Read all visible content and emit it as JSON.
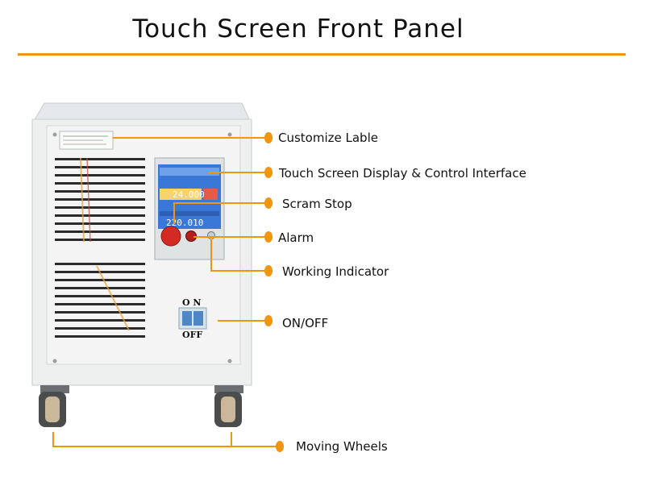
{
  "title": "Touch Screen Front Panel",
  "callouts": [
    {
      "label": "Customize Lable"
    },
    {
      "label": "Touch Screen Display & Control Interface"
    },
    {
      "label": "Scram Stop"
    },
    {
      "label": "Alarm"
    },
    {
      "label": "Working Indicator"
    },
    {
      "label": "ON/OFF"
    },
    {
      "label": "Moving Wheels"
    }
  ],
  "device": {
    "screen_top_value": "24.000",
    "screen_bottom_value": "220.010",
    "switch_on": "O N",
    "switch_off": "OFF"
  },
  "colors": {
    "accent": "#f0950e",
    "screen": "#3a78d8"
  }
}
